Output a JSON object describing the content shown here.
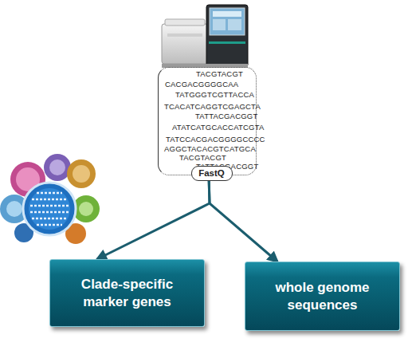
{
  "diagram": {
    "nodes": [
      {
        "text": [
          "TACGTACGT",
          "CACGACGGGGCAA",
          "TATGGGTCGTTACCA",
          "TCACATCAGGTCGAGCTA",
          "TATTACGACGGT",
          "ATATCATGCACCATCGTA",
          "TATCCACGACGGGGCCCC",
          "AGGCTACACGTCATGCA",
          "TACGTACGT",
          "TATTACGACGGT"
        ]
      },
      {
        "text": [
          "FastQ"
        ],
        "in": 0
      },
      {
        "text": [
          "Clade-specific marker genes"
        ]
      },
      {
        "text": [
          "whole genome sequences"
        ]
      }
    ],
    "edges": [
      {
        "from": 0,
        "to": 2,
        "arrow": "to"
      },
      {
        "from": 0,
        "to": 3,
        "arrow": "to"
      }
    ]
  }
}
